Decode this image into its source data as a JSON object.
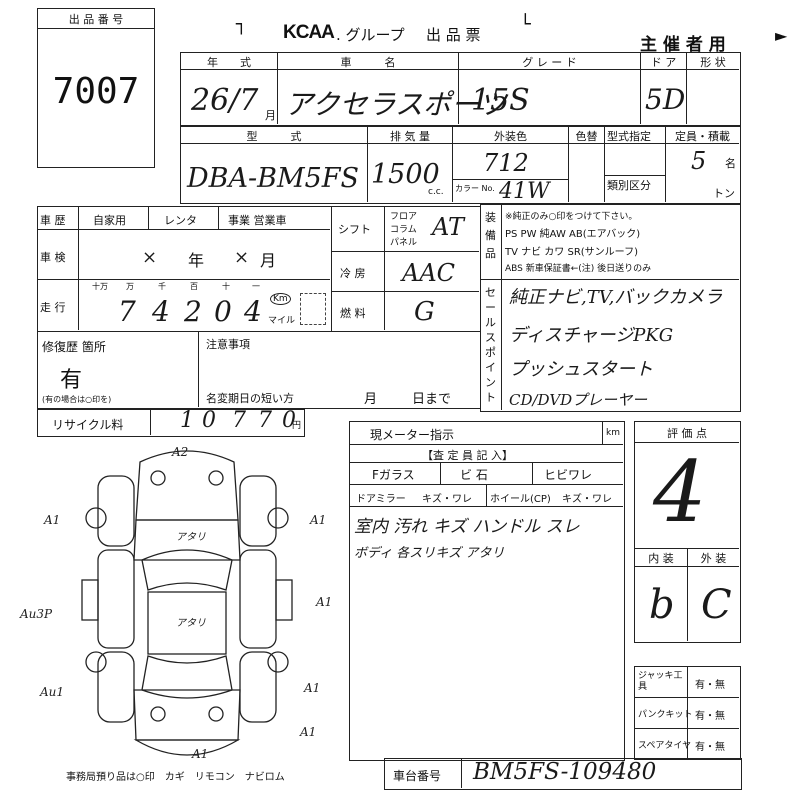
{
  "header": {
    "lot_label": "出 品 番 号",
    "lot_number": "7007",
    "logo": "KCAA",
    "title_group": ". グループ",
    "title_sheet": "出 品 票",
    "organizer": "主 催 者 用"
  },
  "row1": {
    "year_label": "年　　式",
    "car_name_label": "車　　　名",
    "grade_label": "グ レ ー ド",
    "door_label": "ド ア",
    "shape_label": "形 状",
    "year_value": "26/7",
    "year_unit": "月",
    "car_name_value": "アクセラスポーツ",
    "grade_value": "15S",
    "door_value": "5D"
  },
  "row2": {
    "model_label": "型　　　式",
    "displacement_label": "排 気 量",
    "color_label": "外装色",
    "color_change_label": "色替",
    "model_spec_label": "型式指定",
    "class_label": "類別区分",
    "capacity_label": "定員・積載",
    "model_value": "DBA-BM5FS",
    "displacement_value": "1500",
    "cc_unit": "c.c.",
    "color_value": "712",
    "color_no_label": "カラー No.",
    "color_no_value": "41W",
    "capacity_value": "5",
    "capacity_unit": "名",
    "ton_unit": "トン"
  },
  "left_info": {
    "history_label": "車 歴",
    "private_label": "自家用",
    "rental_label": "レンタ",
    "business_label": "事業 営業車",
    "inspection_label": "車 検",
    "inspection_year_value": "×",
    "inspection_year_unit": "年",
    "inspection_month_value": "×",
    "inspection_month_unit": "月",
    "mileage_label": "走 行",
    "mileage_places": [
      "十万",
      "万",
      "千",
      "百",
      "十",
      "一"
    ],
    "mileage_digits": [
      "7",
      "4",
      "2",
      "0",
      "4"
    ],
    "km_label": "Km",
    "mile_label": "マイル"
  },
  "mid_info": {
    "shift_label": "シフト",
    "shift_options": [
      "フロア",
      "コラム",
      "パネル"
    ],
    "shift_value": "AT",
    "ac_label": "冷 房",
    "ac_value": "AAC",
    "fuel_label": "燃 料",
    "fuel_value": "G"
  },
  "equipment": {
    "label": "装 備 品",
    "note": "※純正のみ○印をつけて下さい。",
    "line1": "PS PW 純AW AB(エアバック)",
    "line2": "TV ナビ カワ SR(サンルーフ)",
    "line3": "ABS 新車保証書←(注) 後日送りのみ"
  },
  "selling_points": {
    "label": "セールスポイント",
    "lines": [
      "純正ナビ,TV,バックカメラ",
      "ディスチャージPKG",
      "プッシュスタート",
      "CD/DVDプレーヤー"
    ]
  },
  "repair": {
    "label": "修復歴 箇所",
    "value": "有",
    "note": "(有の場合は○印を)"
  },
  "caution": {
    "label": "注意事項",
    "name_change_label": "名変期日の短い方",
    "month_label": "月",
    "day_label": "日まで"
  },
  "recycle": {
    "label": "リサイクル料",
    "digits": [
      "1",
      "0",
      "7",
      "7",
      "0"
    ],
    "unit": "円"
  },
  "meter": {
    "label": "現メーター指示",
    "unit": "km"
  },
  "inspector": {
    "label": "【査 定 員 記 入】",
    "fglass_label": "Fガラス",
    "chip_label": "ビ 石",
    "crack_label": "ヒビワレ",
    "mirror_label": "ドアミラー",
    "mirror_opts": "キズ・ワレ",
    "wheel_label": "ホイール(CP)",
    "wheel_opts": "キズ・ワレ",
    "note1": "室内 汚れ キズ ハンドル スレ",
    "note2": "ボディ 各スリキズ アタリ"
  },
  "grade_box": {
    "label": "評 価 点",
    "score": "4",
    "interior_label": "内 装",
    "exterior_label": "外 装",
    "interior_value": "b",
    "exterior_value": "C"
  },
  "accessories": {
    "jack_label": "ジャッキ工具",
    "jack_value": "有・無",
    "puncture_label": "パンクキット",
    "puncture_value": "有・無",
    "spare_label": "スペアタイヤ",
    "spare_value": "有・無"
  },
  "diagram": {
    "marks": [
      "A2",
      "A1",
      "A1",
      "A1",
      "Au3P",
      "A1",
      "Au1",
      "A1",
      "A1"
    ],
    "body_marks": [
      "アタリ",
      "アタリ"
    ],
    "footer": "事務局預り品は○印　カギ　リモコン　ナビロム"
  },
  "chassis": {
    "label": "車台番号",
    "value": "BM5FS-109480"
  }
}
